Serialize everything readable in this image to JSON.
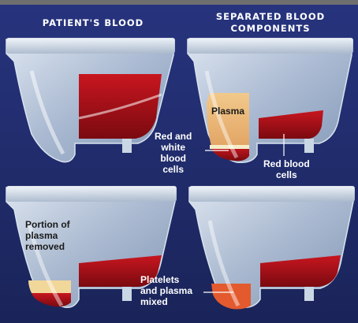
{
  "headings": {
    "left": "PATIENT'S BLOOD",
    "right_line1": "SEPARATED BLOOD",
    "right_line2": "COMPONENTS"
  },
  "panels": {
    "top_right": {
      "plasma_label": "Plasma",
      "rwbc_label": [
        "Red and",
        "white",
        "blood",
        "cells"
      ],
      "rbc_label": [
        "Red blood",
        "cells"
      ]
    },
    "bottom_left": {
      "portion_label": [
        "Portion of",
        "plasma",
        "removed"
      ]
    },
    "bottom_right": {
      "platelets_label": [
        "Platelets",
        "and plasma",
        "mixed"
      ]
    }
  },
  "colors": {
    "background": "#1f2a6b",
    "blood_red": "#b5161c",
    "plasma": "#e9b77a",
    "pale_plasma": "#f3dca0"
  }
}
